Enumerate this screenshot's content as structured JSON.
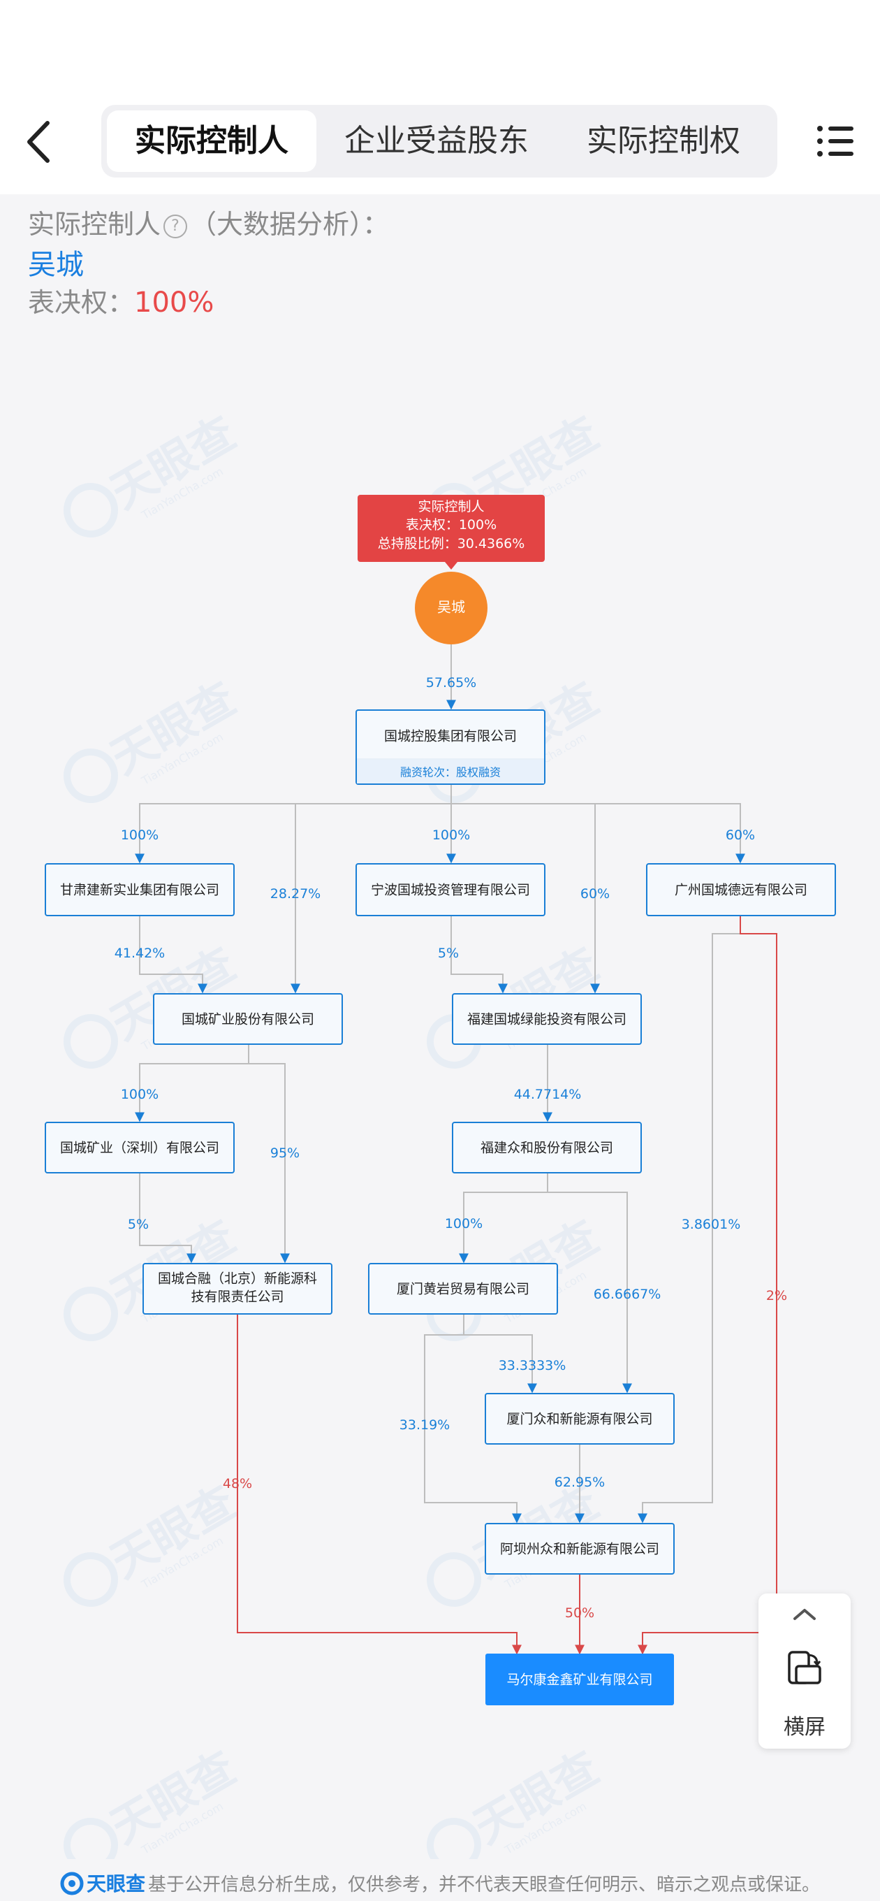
{
  "tabs": [
    {
      "label": "实际控制人",
      "active": true
    },
    {
      "label": "企业受益股东",
      "active": false
    },
    {
      "label": "实际控制权",
      "active": false
    }
  ],
  "summary": {
    "label": "实际控制人",
    "note": "（大数据分析）：",
    "help": "?",
    "controller_name": "吴城",
    "vote_label": "表决权：",
    "vote_value": "100%"
  },
  "chart": {
    "tooltip": {
      "title": "实际控制人",
      "vote": "表决权：100%",
      "total": "总持股比例：30.4366%"
    },
    "person": "吴城",
    "watermark": {
      "text": "天眼查",
      "sub": "TianYanCha.com"
    },
    "nodes": {
      "guocheng_holding": "国城控股集团有限公司",
      "guocheng_holding_tag": "融资轮次：股权融资",
      "gansu": "甘肃建新实业集团有限公司",
      "ningbo": "宁波国城投资管理有限公司",
      "guangzhou": "广州国城德远有限公司",
      "guocheng_mining": "国城矿业股份有限公司",
      "fujian_green": "福建国城绿能投资有限公司",
      "shenzhen": "国城矿业（深圳）有限公司",
      "fujian_zhonghe": "福建众和股份有限公司",
      "beijing_1": "国城合融（北京）新能源科",
      "beijing_2": "技有限责任公司",
      "xiamen_huangyan": "厦门黄岩贸易有限公司",
      "xiamen_zhonghe": "厦门众和新能源有限公司",
      "aba": "阿坝州众和新能源有限公司",
      "target": "马尔康金鑫矿业有限公司"
    },
    "edges": {
      "e_person_holding": "57.65%",
      "e_holding_gansu": "100%",
      "e_holding_mining": "28.27%",
      "e_holding_ningbo": "100%",
      "e_holding_fujiangreen": "60%",
      "e_holding_guangzhou": "60%",
      "e_gansu_mining": "41.42%",
      "e_ningbo_fujiangreen": "5%",
      "e_mining_shenzhen": "100%",
      "e_mining_beijing": "95%",
      "e_shenzhen_beijing": "5%",
      "e_fujiangreen_zhonghe": "44.7714%",
      "e_zhonghe_huangyan": "100%",
      "e_zhonghe_xmzhonghe": "66.6667%",
      "e_guangzhou_aba": "3.8601%",
      "e_guangzhou_target": "2%",
      "e_huangyan_xmzhonghe": "33.3333%",
      "e_huangyan_aba": "33.19%",
      "e_xmzhonghe_aba": "62.95%",
      "e_beijing_target": "48%",
      "e_aba_target": "50%"
    }
  },
  "float_panel": {
    "rotate_label": "横屏"
  },
  "footer": {
    "brand": "天眼查",
    "text": "基于公开信息分析生成，仅供参考，并不代表天眼查任何明示、暗示之观点或保证。"
  },
  "colors": {
    "accent": "#1a7fe0",
    "red": "#e84a4a",
    "person": "#f5892a",
    "target": "#1a8cff",
    "tooltip": "#e34444"
  }
}
